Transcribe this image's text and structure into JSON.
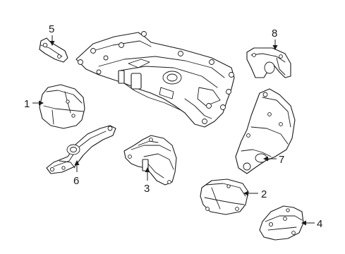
{
  "callouts": [
    {
      "id": "1",
      "label": "1"
    },
    {
      "id": "2",
      "label": "2"
    },
    {
      "id": "3",
      "label": "3"
    },
    {
      "id": "4",
      "label": "4"
    },
    {
      "id": "5",
      "label": "5"
    },
    {
      "id": "6",
      "label": "6"
    },
    {
      "id": "7",
      "label": "7"
    },
    {
      "id": "8",
      "label": "8"
    }
  ],
  "parts": [
    {
      "id": "subframe",
      "name": "subframe"
    },
    {
      "id": "1",
      "name": "mount-1"
    },
    {
      "id": "2",
      "name": "mount-2"
    },
    {
      "id": "3",
      "name": "mount-3"
    },
    {
      "id": "4",
      "name": "bracket-4"
    },
    {
      "id": "5",
      "name": "bracket-5"
    },
    {
      "id": "6",
      "name": "torque-rod-6"
    },
    {
      "id": "7",
      "name": "bracket-7"
    },
    {
      "id": "8",
      "name": "bracket-8"
    }
  ]
}
